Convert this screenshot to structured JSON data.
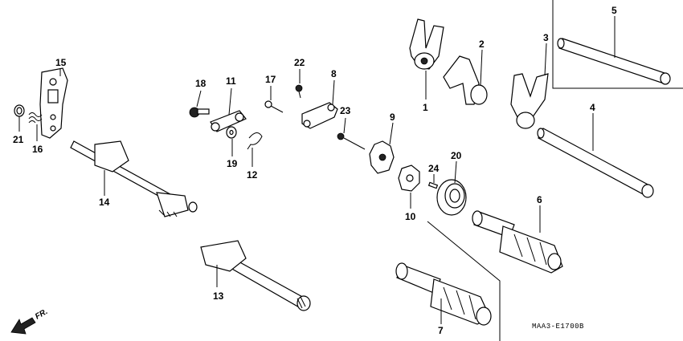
{
  "diagram": {
    "code": "MAA3-E1700B",
    "direction_label": "FR.",
    "parts": {
      "p1": "1",
      "p2": "2",
      "p3": "3",
      "p4": "4",
      "p5": "5",
      "p6": "6",
      "p7": "7",
      "p8": "8",
      "p9": "9",
      "p10": "10",
      "p11": "11",
      "p12": "12",
      "p13": "13",
      "p14": "14",
      "p15": "15",
      "p16": "16",
      "p17": "17",
      "p18": "18",
      "p19": "19",
      "p20": "20",
      "p21": "21",
      "p22": "22",
      "p23": "23",
      "p24": "24"
    }
  }
}
